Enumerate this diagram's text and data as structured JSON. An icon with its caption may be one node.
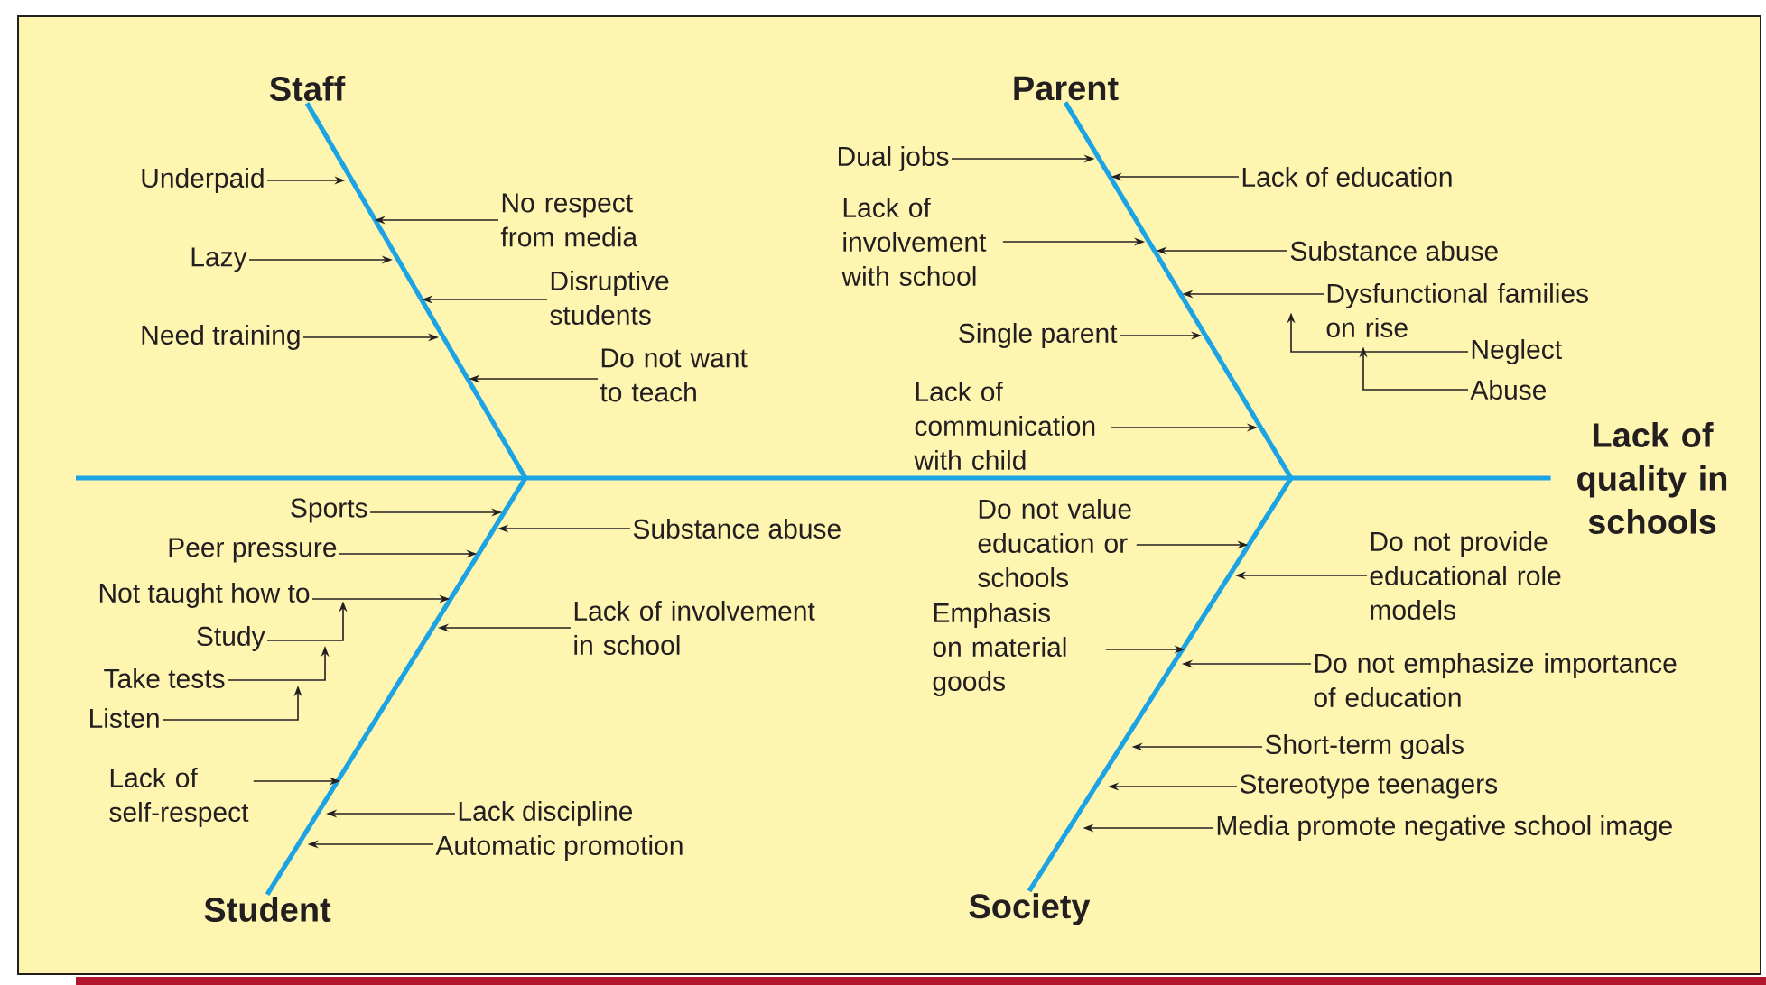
{
  "diagram": {
    "nodes": [
      {
        "text": [
          "Staff"
        ]
      },
      {
        "text": [
          "Underpaid"
        ]
      },
      {
        "text": [
          "No respect from media"
        ]
      },
      {
        "text": [
          "Lazy"
        ]
      },
      {
        "text": [
          "Disruptive students"
        ]
      },
      {
        "text": [
          "Need training"
        ]
      },
      {
        "text": [
          "Do not want to teach"
        ]
      },
      {
        "text": [
          "Parent"
        ]
      },
      {
        "text": [
          "Dual jobs"
        ]
      },
      {
        "text": [
          "Lack of education"
        ]
      },
      {
        "text": [
          "Lack of involvement with school"
        ]
      },
      {
        "text": [
          "Substance abuse"
        ]
      },
      {
        "text": [
          "Dysfunctional families on rise"
        ]
      },
      {
        "text": [
          "Single parent"
        ]
      },
      {
        "text": [
          "Neglect"
        ]
      },
      {
        "text": [
          "Abuse"
        ]
      },
      {
        "text": [
          "Lack of communication with child"
        ]
      },
      {
        "text": [
          "Lack of quality in schools"
        ]
      },
      {
        "text": [
          "Sports"
        ]
      },
      {
        "text": [
          "Substance abuse"
        ]
      },
      {
        "text": [
          "Peer pressure"
        ]
      },
      {
        "text": [
          "Not taught how to"
        ]
      },
      {
        "text": [
          "Study"
        ]
      },
      {
        "text": [
          "Lack of involvement in school"
        ]
      },
      {
        "text": [
          "Take tests"
        ]
      },
      {
        "text": [
          "Listen"
        ]
      },
      {
        "text": [
          "Lack of self-respect"
        ]
      },
      {
        "text": [
          "Lack discipline"
        ]
      },
      {
        "text": [
          "Automatic promotion"
        ]
      },
      {
        "text": [
          "Student"
        ]
      },
      {
        "text": [
          "Do not value education or schools"
        ]
      },
      {
        "text": [
          "Do not provide educational role models"
        ]
      },
      {
        "text": [
          "Emphasis on material goods"
        ]
      },
      {
        "text": [
          "Do not emphasize importance of education"
        ]
      },
      {
        "text": [
          "Short-term goals"
        ]
      },
      {
        "text": [
          "Stereotype teenagers"
        ]
      },
      {
        "text": [
          "Media promote negative school image"
        ]
      },
      {
        "text": [
          "Society"
        ]
      }
    ],
    "edges": [
      {
        "from": null,
        "to": 17,
        "arrow": "none",
        "style": "thick",
        "color": "#1ba3e3"
      },
      {
        "from": 0,
        "to": null,
        "arrow": "none",
        "style": "thick",
        "color": "#1ba3e3"
      },
      {
        "from": 7,
        "to": null,
        "arrow": "none",
        "style": "thick",
        "color": "#1ba3e3"
      },
      {
        "from": 29,
        "to": null,
        "arrow": "none",
        "style": "thick",
        "color": "#1ba3e3"
      },
      {
        "from": 37,
        "to": null,
        "arrow": "none",
        "style": "thick",
        "color": "#1ba3e3"
      },
      {
        "from": 1,
        "to": null,
        "arrow": "to"
      },
      {
        "from": 2,
        "to": null,
        "arrow": "to"
      },
      {
        "from": 3,
        "to": null,
        "arrow": "to"
      },
      {
        "from": 4,
        "to": null,
        "arrow": "to"
      },
      {
        "from": 5,
        "to": null,
        "arrow": "to"
      },
      {
        "from": 6,
        "to": null,
        "arrow": "to"
      },
      {
        "from": 8,
        "to": null,
        "arrow": "to"
      },
      {
        "from": 9,
        "to": null,
        "arrow": "to"
      },
      {
        "from": 10,
        "to": null,
        "arrow": "to"
      },
      {
        "from": 11,
        "to": null,
        "arrow": "to"
      },
      {
        "from": 12,
        "to": null,
        "arrow": "to"
      },
      {
        "from": 13,
        "to": null,
        "arrow": "to"
      },
      {
        "from": 14,
        "to": 12,
        "arrow": "to"
      },
      {
        "from": 15,
        "to": 12,
        "arrow": "to"
      },
      {
        "from": 16,
        "to": null,
        "arrow": "to"
      },
      {
        "from": 18,
        "to": null,
        "arrow": "to"
      },
      {
        "from": 19,
        "to": null,
        "arrow": "to"
      },
      {
        "from": 20,
        "to": null,
        "arrow": "to"
      },
      {
        "from": 21,
        "to": null,
        "arrow": "to"
      },
      {
        "from": 22,
        "to": 21,
        "arrow": "to"
      },
      {
        "from": 23,
        "to": null,
        "arrow": "to"
      },
      {
        "from": 24,
        "to": null,
        "arrow": "to"
      },
      {
        "from": 25,
        "to": null,
        "arrow": "to"
      },
      {
        "from": 26,
        "to": null,
        "arrow": "to"
      },
      {
        "from": 27,
        "to": null,
        "arrow": "to"
      },
      {
        "from": 28,
        "to": null,
        "arrow": "to"
      },
      {
        "from": 30,
        "to": null,
        "arrow": "to"
      },
      {
        "from": 31,
        "to": null,
        "arrow": "to"
      },
      {
        "from": 32,
        "to": null,
        "arrow": "to"
      },
      {
        "from": 33,
        "to": null,
        "arrow": "to"
      },
      {
        "from": 34,
        "to": null,
        "arrow": "to"
      },
      {
        "from": 35,
        "to": null,
        "arrow": "to"
      },
      {
        "from": 36,
        "to": null,
        "arrow": "to"
      }
    ]
  }
}
